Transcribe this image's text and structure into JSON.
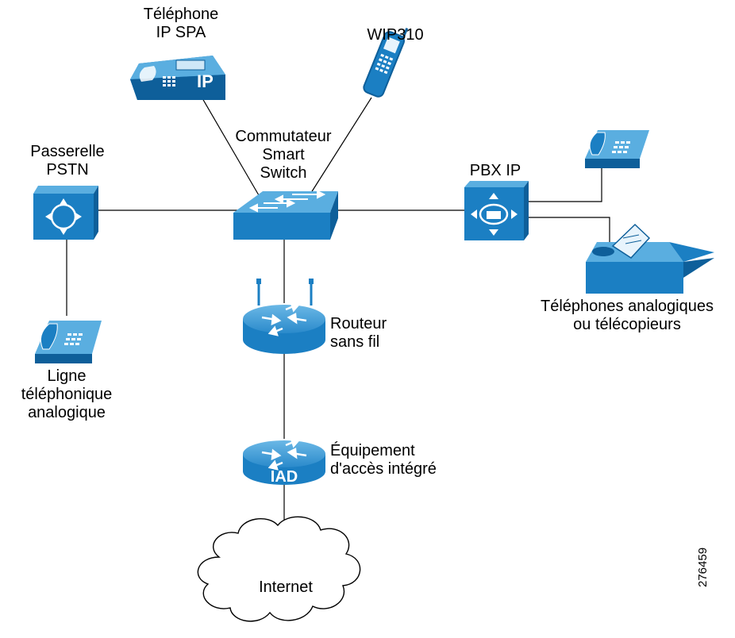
{
  "colors": {
    "device_blue": "#1b7fc3",
    "device_dark": "#0e5f9a",
    "device_light": "#5aaee0",
    "line": "#000000"
  },
  "nodes": {
    "ip_phone": {
      "label_lines": [
        "Téléphone",
        "IP SPA"
      ],
      "icon": "ip-phone-icon",
      "badge": "IP"
    },
    "wip310": {
      "label_lines": [
        "WIP310"
      ],
      "icon": "wireless-handset-icon"
    },
    "switch": {
      "label_lines": [
        "Commutateur",
        "Smart",
        "Switch"
      ],
      "icon": "switch-icon"
    },
    "pstn_gateway": {
      "label_lines": [
        "Passerelle",
        "PSTN"
      ],
      "icon": "gateway-icon"
    },
    "pbx": {
      "label_lines": [
        "PBX IP"
      ],
      "icon": "pbx-icon"
    },
    "analog_phones": {
      "label_lines": [
        "Téléphones analogiques",
        "ou télécopieurs"
      ],
      "icons": [
        "analog-phone-icon",
        "fax-machine-icon"
      ]
    },
    "analog_line": {
      "label_lines": [
        "Ligne",
        "téléphonique",
        "analogique"
      ],
      "icon": "analog-phone-icon"
    },
    "wireless_router": {
      "label_lines": [
        "Routeur",
        "sans fil"
      ],
      "icon": "wireless-router-icon"
    },
    "iad": {
      "label_lines": [
        "Équipement",
        "d'accès intégré"
      ],
      "icon": "iad-router-icon",
      "badge": "IAD"
    },
    "internet": {
      "label_lines": [
        "Internet"
      ],
      "icon": "cloud-icon"
    }
  },
  "figure_id": "276459"
}
